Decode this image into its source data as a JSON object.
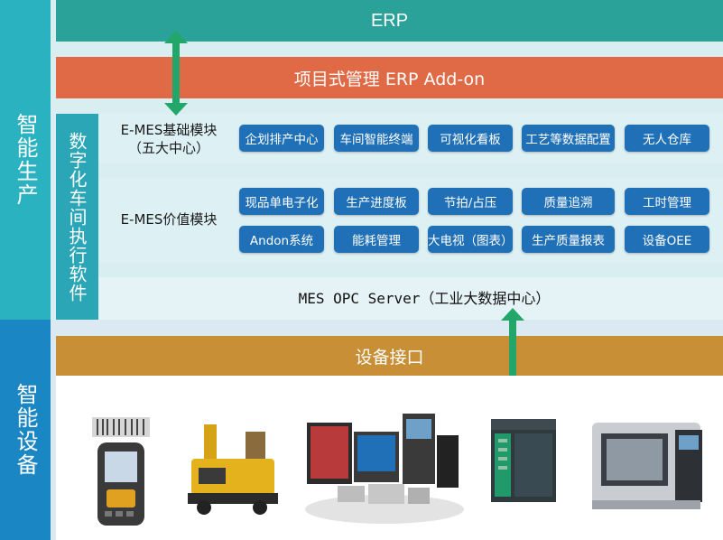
{
  "side_labels": {
    "production": "智能生产",
    "equipment": "智能设备"
  },
  "erp": {
    "title": "ERP",
    "addon": "项目式管理 ERP Add-on"
  },
  "mes": {
    "vertical_title": "数字化车间执行软件",
    "base_module": {
      "label": "E-MES基础模块\n（五大中心）",
      "items": [
        "企划排产中心",
        "车间智能终端",
        "可视化看板",
        "工艺等数据配置",
        "无人仓库"
      ]
    },
    "value_module": {
      "label": "E-MES价值模块",
      "row1": [
        "现品单电子化",
        "生产进度板",
        "节拍/占压",
        "质量追溯",
        "工时管理"
      ],
      "row2": [
        "Andon系统",
        "能耗管理",
        "大电视（图表）",
        "生产质量报表",
        "设备OEE"
      ]
    },
    "opc_server": "MES OPC Server（工业大数据中心）"
  },
  "device_interface": "设备接口",
  "devices": [
    {
      "icon": "handheld-scanner-icon"
    },
    {
      "icon": "agv-cart-icon"
    },
    {
      "icon": "industrial-screens-icon"
    },
    {
      "icon": "plc-module-icon"
    },
    {
      "icon": "cnc-machine-icon"
    }
  ],
  "colors": {
    "side_top": "#2ab2c0",
    "side_bottom": "#1b86c4",
    "erp_bar": "#2aa29a",
    "erp_addon": "#e06a45",
    "mes_vertical": "#2aa6b6",
    "chip": "#1f70b7",
    "device_bar": "#c98f36",
    "arrow": "#22a66a"
  }
}
